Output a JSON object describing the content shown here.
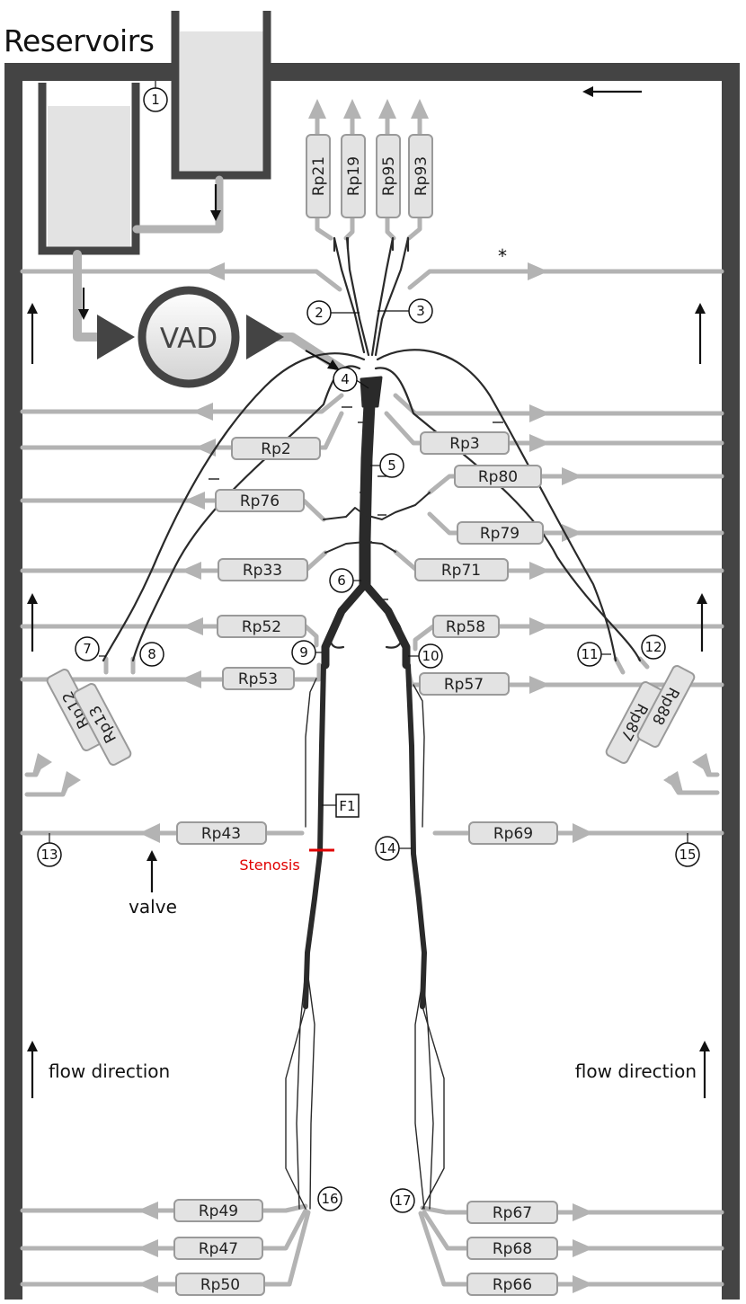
{
  "title": "Reservoirs",
  "pump_label": "VAD",
  "stenosis_label": "Stenosis",
  "sensor_label": "F1",
  "valve_label": "valve",
  "flow_left_label": "flow direction",
  "flow_right_label": "flow direction",
  "asterisk": "*",
  "resistors": [
    {
      "id": "Rp21",
      "label": "Rp21"
    },
    {
      "id": "Rp19",
      "label": "Rp19"
    },
    {
      "id": "Rp95",
      "label": "Rp95"
    },
    {
      "id": "Rp93",
      "label": "Rp93"
    },
    {
      "id": "Rp2",
      "label": "Rp2"
    },
    {
      "id": "Rp3",
      "label": "Rp3"
    },
    {
      "id": "Rp80",
      "label": "Rp80"
    },
    {
      "id": "Rp76",
      "label": "Rp76"
    },
    {
      "id": "Rp79",
      "label": "Rp79"
    },
    {
      "id": "Rp33",
      "label": "Rp33"
    },
    {
      "id": "Rp71",
      "label": "Rp71"
    },
    {
      "id": "Rp52",
      "label": "Rp52"
    },
    {
      "id": "Rp58",
      "label": "Rp58"
    },
    {
      "id": "Rp53",
      "label": "Rp53"
    },
    {
      "id": "Rp57",
      "label": "Rp57"
    },
    {
      "id": "Rp12",
      "label": "Rp12"
    },
    {
      "id": "Rp13",
      "label": "Rp13"
    },
    {
      "id": "Rp87",
      "label": "Rp87"
    },
    {
      "id": "Rp88",
      "label": "Rp88"
    },
    {
      "id": "Rp43",
      "label": "Rp43"
    },
    {
      "id": "Rp69",
      "label": "Rp69"
    },
    {
      "id": "Rp49",
      "label": "Rp49"
    },
    {
      "id": "Rp47",
      "label": "Rp47"
    },
    {
      "id": "Rp50",
      "label": "Rp50"
    },
    {
      "id": "Rp67",
      "label": "Rp67"
    },
    {
      "id": "Rp68",
      "label": "Rp68"
    },
    {
      "id": "Rp66",
      "label": "Rp66"
    }
  ],
  "markers": [
    "1",
    "2",
    "3",
    "4",
    "5",
    "6",
    "7",
    "8",
    "9",
    "10",
    "11",
    "12",
    "13",
    "14",
    "15",
    "16",
    "17"
  ],
  "colors": {
    "frame": "#444444",
    "tube": "#b3b3b3",
    "resistor_fill": "#e3e3e3",
    "vessel": "#2a2a2a",
    "stenosis": "#e00000"
  }
}
